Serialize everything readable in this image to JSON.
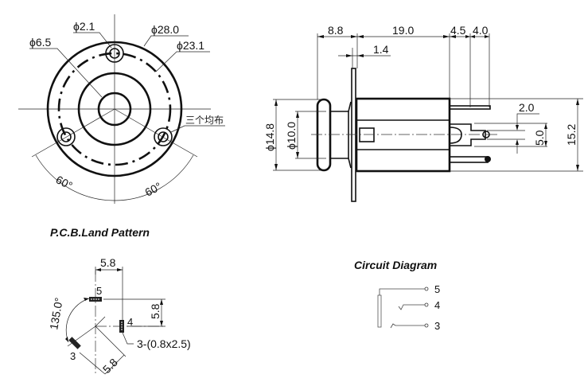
{
  "front_view": {
    "dia_hole": "ϕ2.1",
    "dia_outer": "ϕ28.0",
    "dia_center": "ϕ6.5",
    "dia_pitch": "ϕ23.1",
    "note": "三个均布",
    "angle_left": "60°",
    "angle_right": "60°"
  },
  "side_view": {
    "dim_front": "8.8",
    "dim_body": "19.0",
    "dim_pin1": "4.5",
    "dim_pin2": "4.0",
    "dim_flange": "1.4",
    "dim_pin_width": "2.0",
    "dim_pin_spacing": "5.0",
    "dim_height": "15.2",
    "dia_knob": "ϕ14.8",
    "dia_shaft": "ϕ10.0"
  },
  "pcb": {
    "title": "P.C.B.Land Pattern",
    "dim_x": "5.8",
    "dim_y": "5.8",
    "dim_diag": "5.8",
    "angle": "135.0°",
    "pad_note": "3-(0.8x2.5)",
    "pins": [
      "5",
      "4",
      "3"
    ]
  },
  "circuit": {
    "title": "Circuit Diagram",
    "pins": [
      "5",
      "4",
      "3"
    ]
  }
}
